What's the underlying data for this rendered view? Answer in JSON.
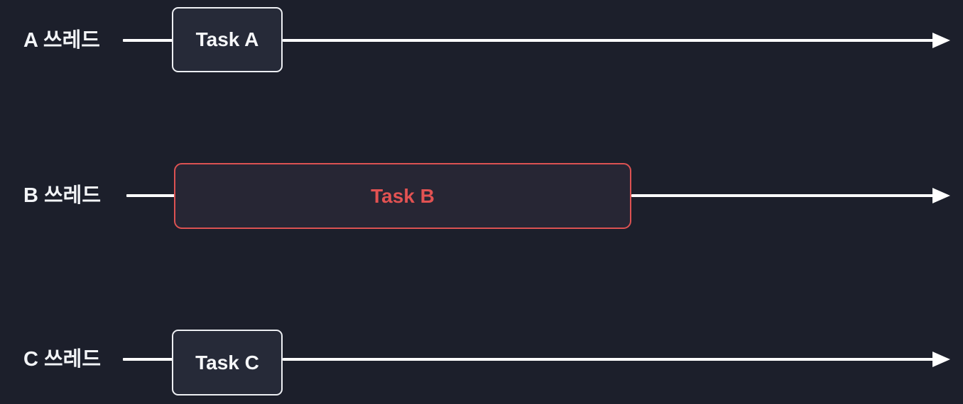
{
  "diagram": {
    "description": "Three thread timelines with task execution blocks",
    "colors": {
      "background": "#1c1f2b",
      "timeline_line": "#ffffff",
      "label_text": "#f2f4f7",
      "normal_box_border": "#edeff3",
      "normal_box_fill": "#262a38",
      "normal_box_text": "#f6f7f9",
      "highlight_box_border": "#dc5252",
      "highlight_box_fill": "#272634",
      "highlight_box_text": "#e25252"
    },
    "rows": [
      {
        "label": "A 쓰레드",
        "task": "Task A",
        "style": "normal"
      },
      {
        "label": "B 쓰레드",
        "task": "Task B",
        "style": "highlight"
      },
      {
        "label": "C 쓰레드",
        "task": "Task C",
        "style": "normal"
      }
    ]
  }
}
